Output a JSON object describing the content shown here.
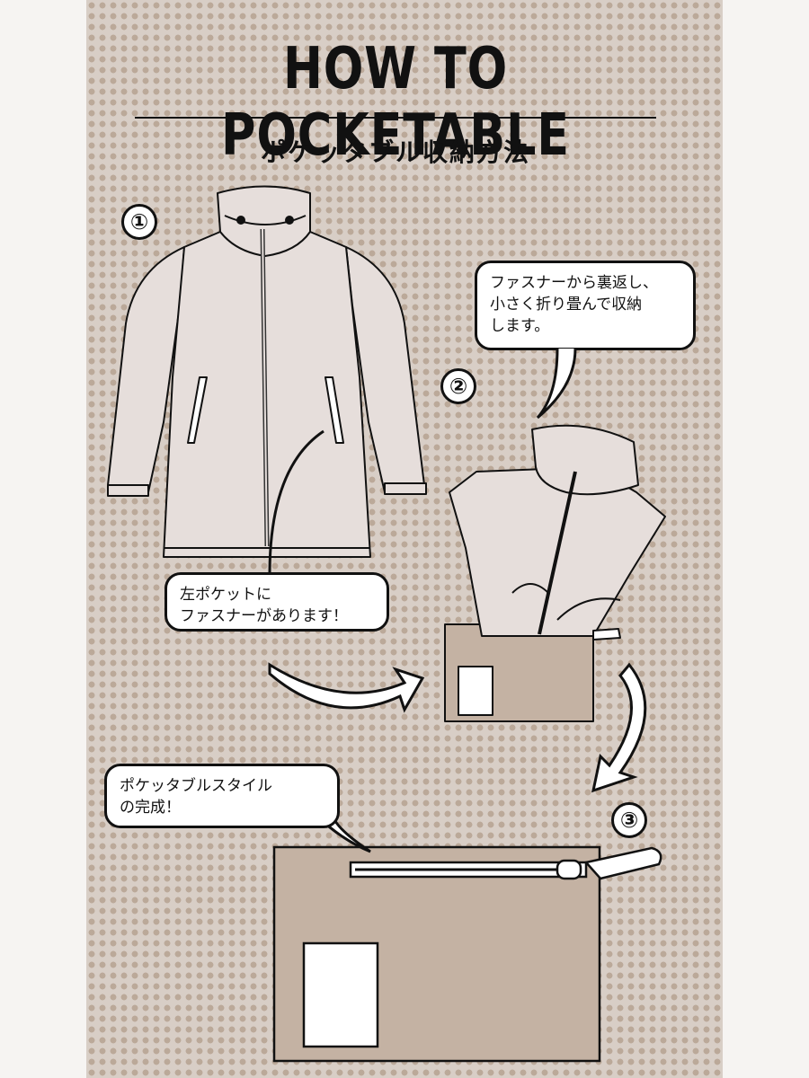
{
  "title": "HOW TO POCKETABLE",
  "subtitle": "ポケッタブル収納方法",
  "steps": [
    "①",
    "②",
    "③"
  ],
  "bubbles": {
    "pocket_line1": "左ポケットに",
    "pocket_line2": "ファスナーがあります！",
    "reverse_line1": "ファスナーから裏返し、",
    "reverse_line2": "小さく折り畳んで収納",
    "reverse_line3": "します。",
    "done_line1": "ポケッタブルスタイル",
    "done_line2": "の完成！"
  },
  "colors": {
    "panel": "#d8cec6",
    "dots": "#bba999",
    "line": "#111111",
    "garment": "#e6dedb"
  }
}
